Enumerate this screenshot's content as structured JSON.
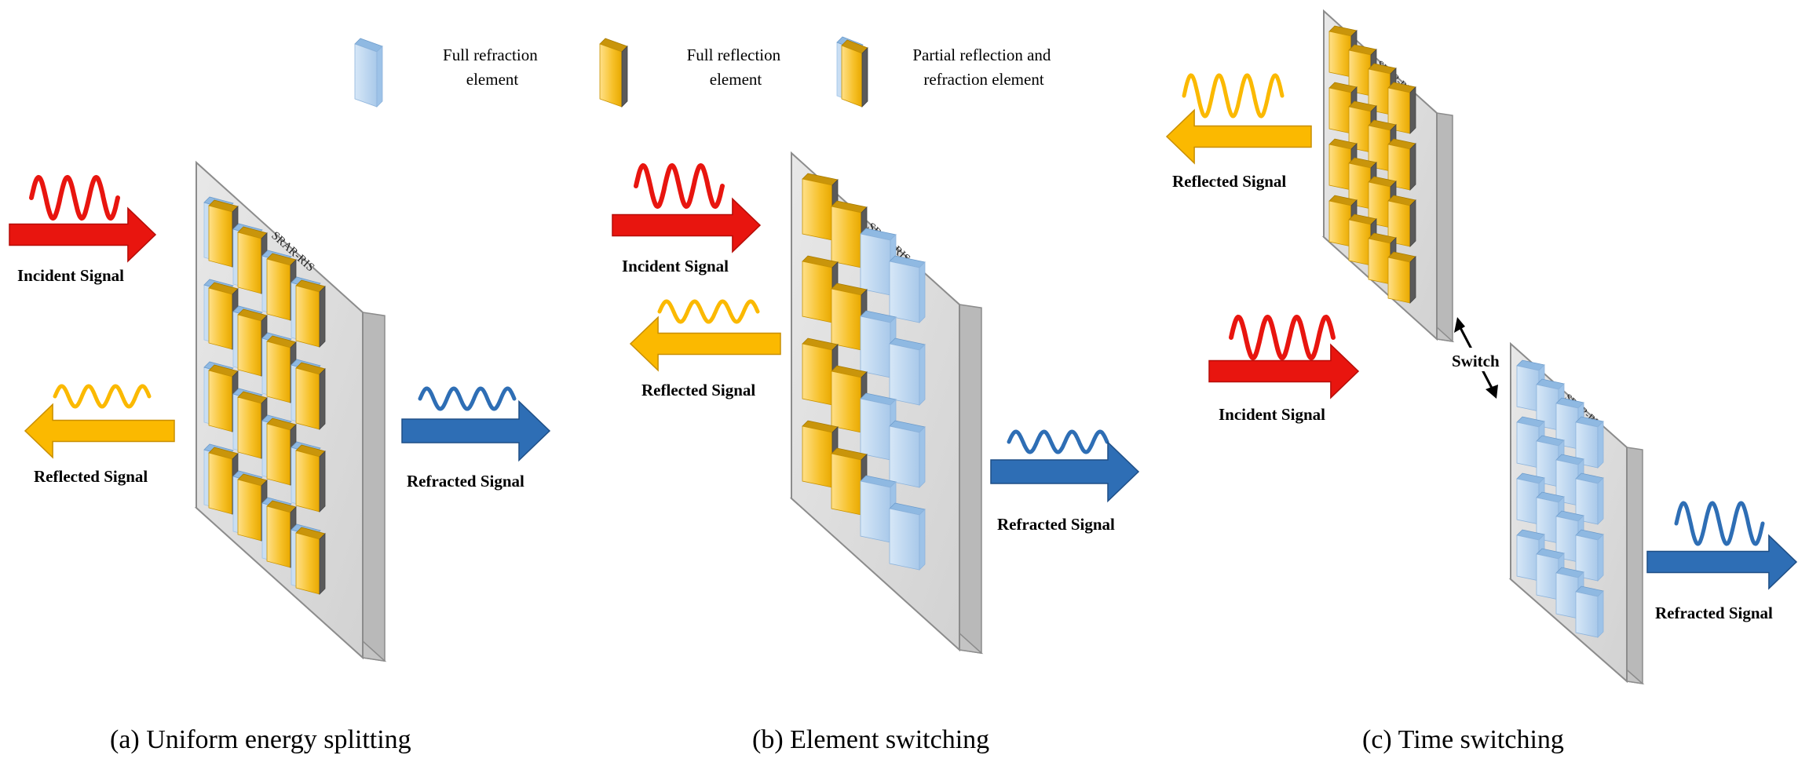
{
  "legend": {
    "full_refraction_line1": "Full refraction",
    "full_refraction_line2": "element",
    "full_reflection_line1": "Full reflection",
    "full_reflection_line2": "element",
    "partial_line1": "Partial reflection and",
    "partial_line2": "refraction element"
  },
  "panel_label": "SRAR-RIS",
  "panels": {
    "a": {
      "incident": "Incident Signal",
      "reflected": "Reflected Signal",
      "refracted": "Refracted Signal",
      "caption": "(a) Uniform energy splitting"
    },
    "b": {
      "incident": "Incident Signal",
      "reflected": "Reflected Signal",
      "refracted": "Refracted Signal",
      "caption": "(b) Element switching"
    },
    "c": {
      "reflected": "Reflected Signal",
      "incident": "Incident Signal",
      "refracted": "Refracted Signal",
      "switch": "Switch",
      "caption": "(c) Time  switching"
    }
  },
  "colors": {
    "incident": "#e8150f",
    "reflected": "#fbb900",
    "refracted": "#2e6eb5",
    "panel_face": "#dcdcdc",
    "panel_edge": "#8c8c8c",
    "yellow_block": "#f7c33a",
    "blue_block": "#b8d4ee"
  }
}
